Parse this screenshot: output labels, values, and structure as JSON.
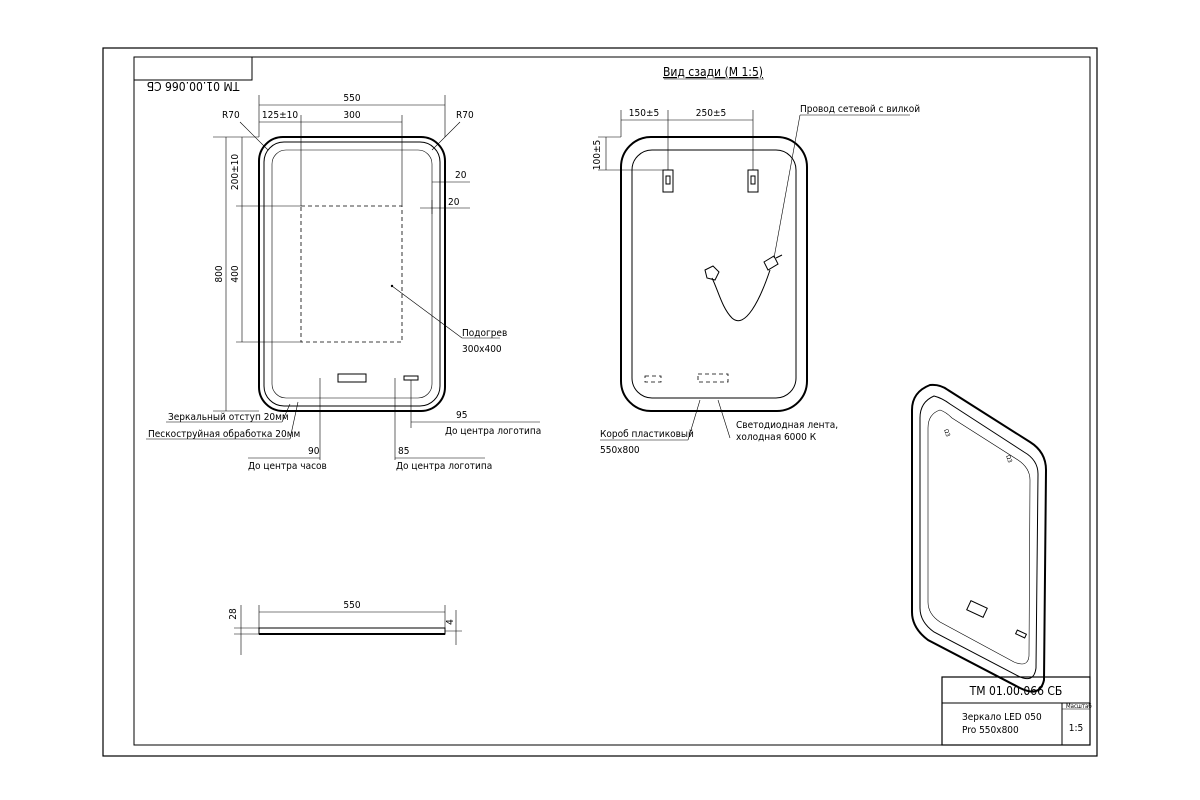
{
  "title_block": {
    "code": "ТМ 01.00.066 СБ",
    "code_mirrored": "ТМ 01.00.066 СБ",
    "product_line1": "Зеркало LED 050",
    "product_line2": "Pro 550х800",
    "scale_caption": "Масштаб",
    "scale_value": "1:5"
  },
  "front_view": {
    "width": "550",
    "left_offset": "125±10",
    "heat_width": "300",
    "radius_left": "R70",
    "radius_right": "R70",
    "height": "800",
    "top_offset": "200±10",
    "heat_height": "400",
    "gap_top": "20",
    "gap_side": "20",
    "heat_label": "Подогрев",
    "heat_size": "300х400",
    "mirror_indent": "Зеркальный отступ 20мм",
    "sandblast": "Пескоструйная обработка 20мм",
    "logo_right_dim": "95",
    "logo_right_label": "До центра логотипа",
    "clock_dim": "90",
    "clock_label": "До центра часов",
    "logo_left_dim": "85",
    "logo_left_label": "До центра логотипа"
  },
  "rear_view": {
    "title": "Вид сзади (М 1:5)",
    "dim_left": "150±5",
    "dim_between": "250±5",
    "dim_top": "100±5",
    "cable_label": "Провод сетевой с вилкой",
    "box_label1": "Короб пластиковый",
    "box_label2": "550х800",
    "led_label1": "Светодиодная лента,",
    "led_label2": "холодная 6000 К"
  },
  "side_view": {
    "width": "550",
    "thickness": "28",
    "glass": "4"
  }
}
